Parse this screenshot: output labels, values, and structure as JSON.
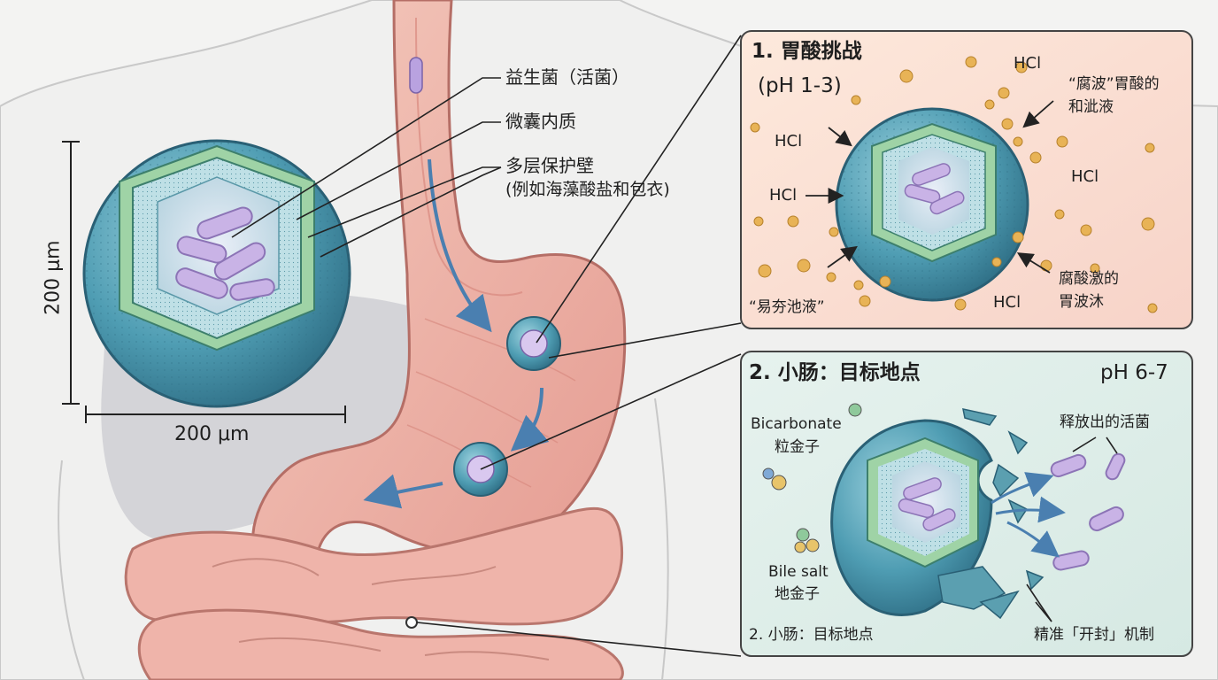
{
  "colors": {
    "acid_panel_bg": "#fbe0d2",
    "intestine_panel_bg": "#dfeee9",
    "capsule_blue": "#4f9db3",
    "capsule_green": "#8fc99b",
    "bacteria_purple": "#c9b3e6",
    "stomach_pink": "#eaa9a0",
    "acid_particle": "#e8b356"
  },
  "capsule_labels": {
    "probiotic": "益生菌（活菌）",
    "core": "微囊内质",
    "wall_title": "多层保护壁",
    "wall_example": "(例如海藻酸盐和包衣)"
  },
  "dimensions": {
    "vertical": "200 μm",
    "horizontal": "200 μm"
  },
  "panel_acid": {
    "title": "1. 胃酸挑战",
    "ph": "(pH 1-3)",
    "hcl_labels": [
      "HCl",
      "HCl",
      "HCl",
      "HCl",
      "HCl"
    ],
    "annot_top_right": [
      "“腐波”胃酸的",
      "和泚液"
    ],
    "annot_bottom_right": [
      "腐酸激的",
      "胃波沐"
    ],
    "annot_bottom_left": "“易夯池液”"
  },
  "panel_intestine": {
    "title": "2. 小肠：目标地点",
    "ph": "pH 6-7",
    "bicarbonate": [
      "Bicarbonate",
      "粒金子"
    ],
    "bile_salt": [
      "Bile salt",
      "地金子"
    ],
    "released": "释放出的活菌",
    "footer_left": "2. 小肠：目标地点",
    "footer_right": "精准「开封」机制"
  },
  "icons": [
    "capsule-icon",
    "bacteria-icon",
    "acid-particle-icon",
    "flow-arrow-icon"
  ]
}
